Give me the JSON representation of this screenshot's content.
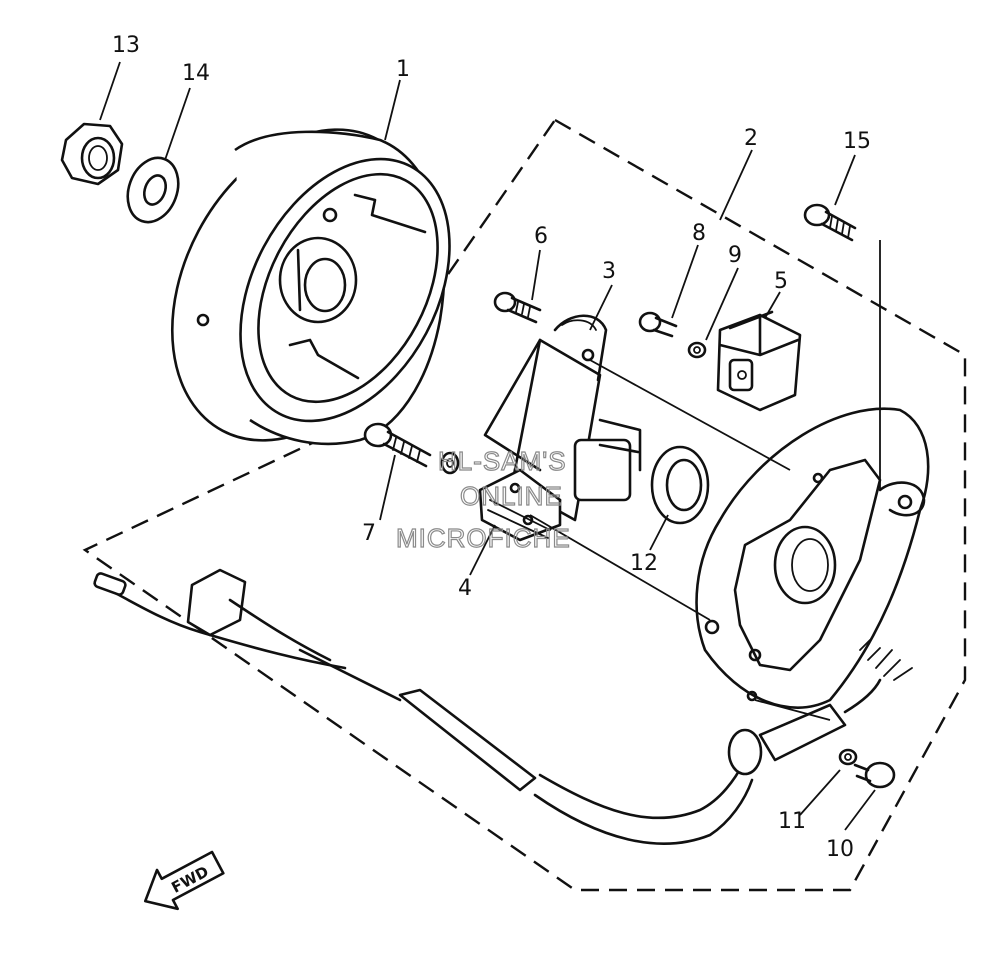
{
  "diagram": {
    "labels": {
      "p1": "1",
      "p2": "2",
      "p3": "3",
      "p4": "4",
      "p5": "5",
      "p6": "6",
      "p7": "7",
      "p8": "8",
      "p9": "9",
      "p10": "10",
      "p11": "11",
      "p12": "12",
      "p13": "13",
      "p14": "14",
      "p15": "15"
    },
    "direction_arrow": "FWD",
    "watermark": {
      "line1": "HL-SAM'S",
      "line2": "ONLINE",
      "line3": "MICROFICHE"
    }
  }
}
